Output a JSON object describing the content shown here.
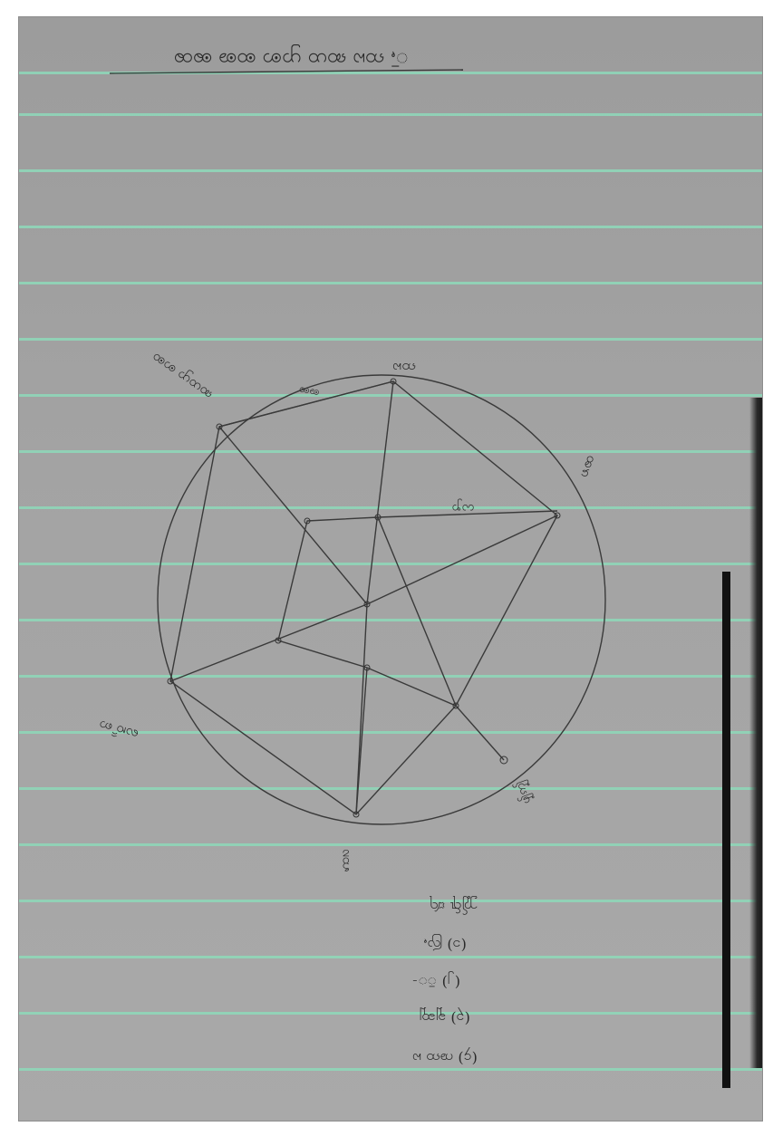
{
  "document": {
    "title": "ꩻꩼ ꩡꩢ ꩣꩤ ꩥꩦ ꩧꩨ ꩩꩪ",
    "diagram_labels": {
      "top": "ꩡꩢ",
      "top_left": "ꩣꩤꩥ ꩦꩧ",
      "chord": "ꩨꩩ",
      "right": "ꩪꩫ",
      "inner_right": "ꩬꩭ",
      "left": "ꩮꩯ ꩰꩱ",
      "bottom": "ꩲꩳ",
      "bottom_right": "ꩴꩵ"
    },
    "legend": [
      "ꩶ꩷ ꩸꩹",
      "(၁) ꩺꩻ",
      "(၂) ꩼꩽ",
      "(၃) ꩾꩿ",
      "(၄) ꩠꩡ ꩢ"
    ]
  }
}
